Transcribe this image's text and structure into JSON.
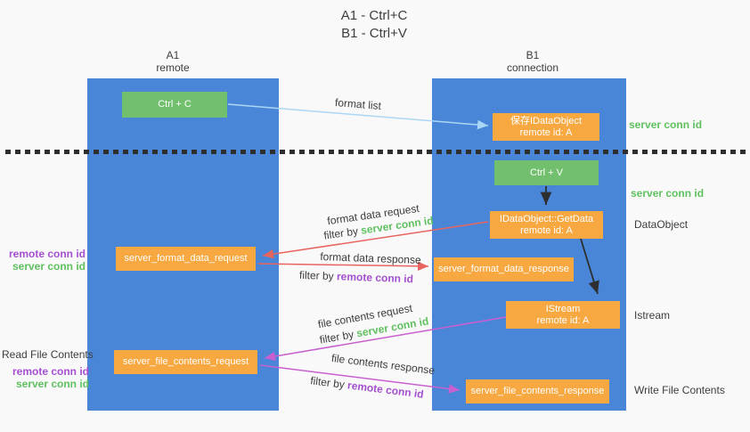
{
  "colors": {
    "background": "#f9f9f9",
    "column-blue": "#4a86d8",
    "box-green": "#72bf6e",
    "box-orange": "#f7a841",
    "text-dark": "#3d3d3d",
    "text-green": "#5fc05f",
    "text-purple": "#a44fd0",
    "arrow-blue": "#a9d7f5",
    "arrow-red": "#e8655f",
    "arrow-magenta": "#c95fd0",
    "arrow-black": "#2e2e2e"
  },
  "title": {
    "line1": "A1 - Ctrl+C",
    "line2": "B1 - Ctrl+V"
  },
  "lanes": {
    "left": {
      "name": "A1",
      "role": "remote"
    },
    "right": {
      "name": "B1",
      "role": "connection"
    }
  },
  "boxes": {
    "ctrl_c": "Ctrl + C",
    "ctrl_v": "Ctrl + V",
    "save_idataobject": {
      "line1": "保存IDataObject",
      "line2": "remote id: A"
    },
    "getdata": {
      "line1": "IDataObject::GetData",
      "line2": "remote id: A"
    },
    "istream": {
      "line1": "IStream",
      "line2": "remote id: A"
    },
    "format_request": "server_format_data_request",
    "format_response": "server_format_data_response",
    "file_request": "server_file_contents_request",
    "file_response": "server_file_contents_response"
  },
  "labels": {
    "format_list": "format list",
    "filter_by": "filter by",
    "server_conn_id": "server conn id",
    "remote_conn_id": "remote conn id",
    "format_data_request": "format data request",
    "format_data_response": "format data response",
    "file_contents_request": "file contents request",
    "file_contents_response": "file contents response",
    "dataobject": "DataObject",
    "istream": "Istream",
    "read_file_contents": "Read File Contents",
    "write_file_contents": "Write File Contents"
  }
}
